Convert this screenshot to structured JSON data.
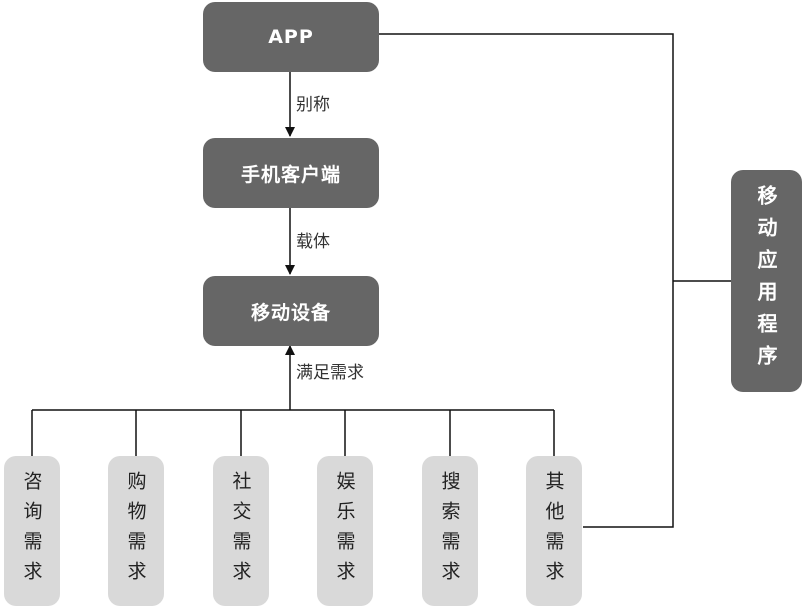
{
  "nodes": {
    "app": "APP",
    "client": "手机客户端",
    "device": "移动设备",
    "mobile_app_program": "移动应用程序"
  },
  "edges": {
    "alias": "别称",
    "carrier": "载体",
    "meets_needs": "满足需求"
  },
  "needs": [
    "咨询需求",
    "购物需求",
    "社交需求",
    "娱乐需求",
    "搜索需求",
    "其他需求"
  ],
  "colors": {
    "dark_box": "#666666",
    "light_box": "#d9d9d9",
    "line": "#111111"
  }
}
